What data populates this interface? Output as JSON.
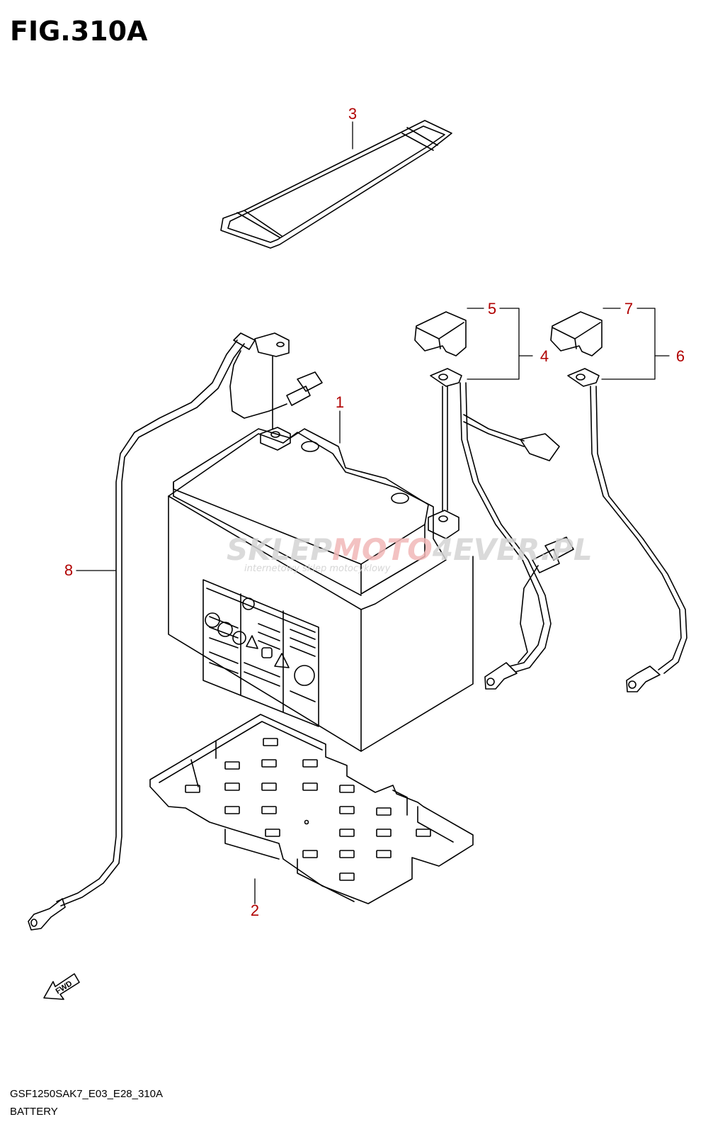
{
  "figure": {
    "title": "FIG.310A",
    "code": "GSF1250SAK7_E03_E28_310A",
    "caption": "BATTERY"
  },
  "callouts": [
    {
      "id": "1",
      "label": "1",
      "part": "battery"
    },
    {
      "id": "2",
      "label": "2",
      "part": "battery-tray"
    },
    {
      "id": "3",
      "label": "3",
      "part": "battery-band"
    },
    {
      "id": "4",
      "label": "4",
      "part": "positive-lead-assy"
    },
    {
      "id": "5",
      "label": "5",
      "part": "positive-terminal-cap"
    },
    {
      "id": "6",
      "label": "6",
      "part": "negative-lead-assy"
    },
    {
      "id": "7",
      "label": "7",
      "part": "negative-terminal-cap"
    },
    {
      "id": "8",
      "label": "8",
      "part": "ground-wire"
    }
  ],
  "fwd_label": "FWD",
  "watermark": {
    "brand_part1": "SKLEP",
    "brand_part2": "MOTO",
    "brand_part3": "4EVER",
    "brand_suffix": ".PL",
    "tagline": "internetowy sklep motocyklowy",
    "brand_gray": "#d4d4d4",
    "brand_red": "#f2b8b8"
  },
  "colors": {
    "callout": "#b00000",
    "line": "#000000"
  }
}
